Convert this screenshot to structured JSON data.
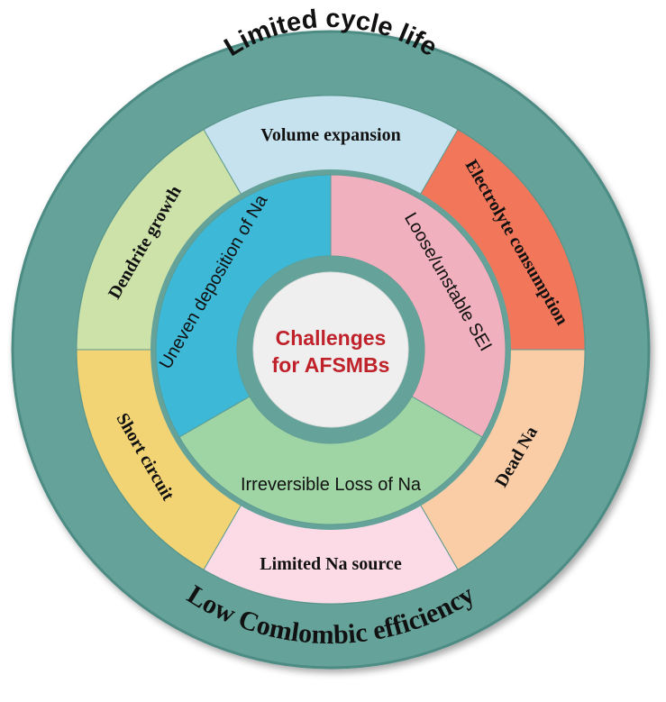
{
  "center": {
    "line1": "Challenges",
    "line2": "for AFSMBs",
    "color": "#c0222b"
  },
  "outer_ring": {
    "top_label": "Limited cycle life",
    "bottom_label": "Low Comlombic efficiency",
    "color": "#65a39a"
  },
  "middle_ring": [
    {
      "label": "Volume expansion",
      "color": "#c6e2ee"
    },
    {
      "label": "Electrolyte consumption",
      "color": "#f2765a"
    },
    {
      "label": "Dead Na",
      "color": "#fbcda7"
    },
    {
      "label": "Limited Na source",
      "color": "#fcdbe6"
    },
    {
      "label": "Short circuit",
      "color": "#f3d475"
    },
    {
      "label": "Dendrite growth",
      "color": "#cde2a9"
    }
  ],
  "inner_ring": [
    {
      "label": "Loose/unstable SEI",
      "color": "#f0b0bd"
    },
    {
      "label": "Irreversible Loss of Na",
      "color": "#9fd5a5"
    },
    {
      "label": "Uneven deposition of Na",
      "color": "#3db8d6"
    }
  ]
}
